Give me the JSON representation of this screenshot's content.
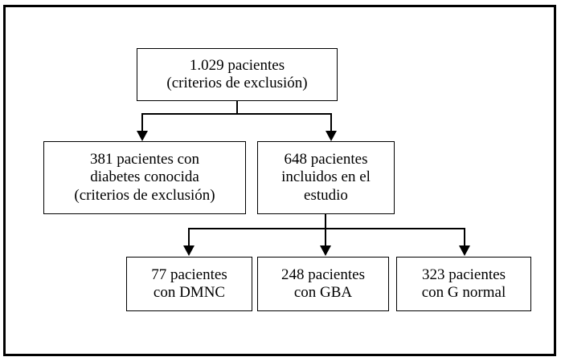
{
  "figure": {
    "type": "flowchart",
    "language": "es",
    "frame_color": "#000000",
    "background_color": "#ffffff",
    "nodes": [
      {
        "id": "total",
        "lines": [
          "1.029 pacientes",
          "(criterios de exclusión)"
        ],
        "count": 1029
      },
      {
        "id": "known_dm",
        "lines": [
          "381 pacientes con",
          "diabetes conocida",
          "(criterios de exclusión)"
        ],
        "count": 381
      },
      {
        "id": "included",
        "lines": [
          "648 pacientes",
          "incluidos en el",
          "estudio"
        ],
        "count": 648
      },
      {
        "id": "dmnc",
        "lines": [
          "77 pacientes",
          "con DMNC"
        ],
        "count": 77
      },
      {
        "id": "gba",
        "lines": [
          "248 pacientes",
          "con GBA"
        ],
        "count": 248
      },
      {
        "id": "g_normal",
        "lines": [
          "323 pacientes",
          "con G normal"
        ],
        "count": 323
      }
    ],
    "edges": [
      {
        "from": "total",
        "to": "known_dm"
      },
      {
        "from": "total",
        "to": "included"
      },
      {
        "from": "included",
        "to": "dmnc"
      },
      {
        "from": "included",
        "to": "gba"
      },
      {
        "from": "included",
        "to": "g_normal"
      }
    ]
  }
}
